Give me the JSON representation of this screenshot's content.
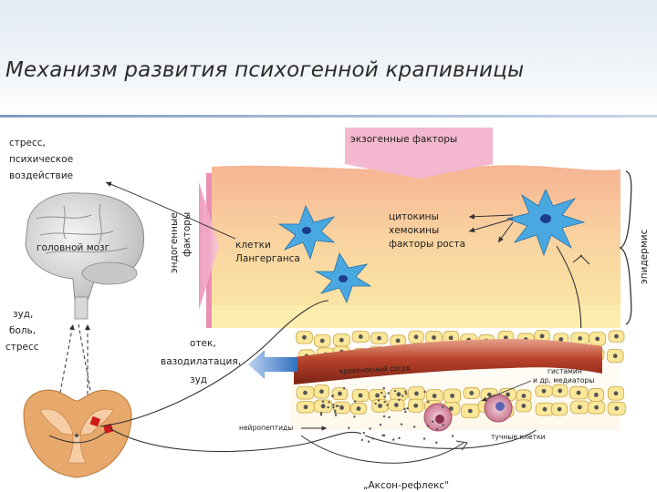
{
  "title": "Механизм развития психогенной крапивницы",
  "labels": {
    "stress": [
      "стресс,",
      "психическое",
      "воздействие"
    ],
    "brain": "головной мозг",
    "itch": [
      "зуд,",
      "боль,",
      "стресс"
    ],
    "exogenous": "экзогенные факторы",
    "endogenous": [
      "эндогенные",
      "факторы"
    ],
    "epidermis": "эпидермис",
    "langerhans": [
      "клетки",
      "Лангерганса"
    ],
    "mediators": [
      "цитокины",
      "хемокины",
      "факторы роста"
    ],
    "edema": [
      "отек,",
      "вазодилатация,",
      "зуд"
    ],
    "vessel": "кровеносный сосуд",
    "histamine": [
      "гистамин",
      "и др. медиаторы"
    ],
    "neuropeptides": "нейропептиды",
    "mast_cells": "тучные клетки",
    "axon_reflex": "„Аксон-рефлекс\""
  },
  "colors": {
    "arrow": "#333333",
    "exo_banner": "#f0a8c8",
    "cell": "#4aa8e0",
    "vessel": "#c14a2a",
    "spinal": "#e7a96b",
    "title_rule": "#7f9cc2"
  }
}
